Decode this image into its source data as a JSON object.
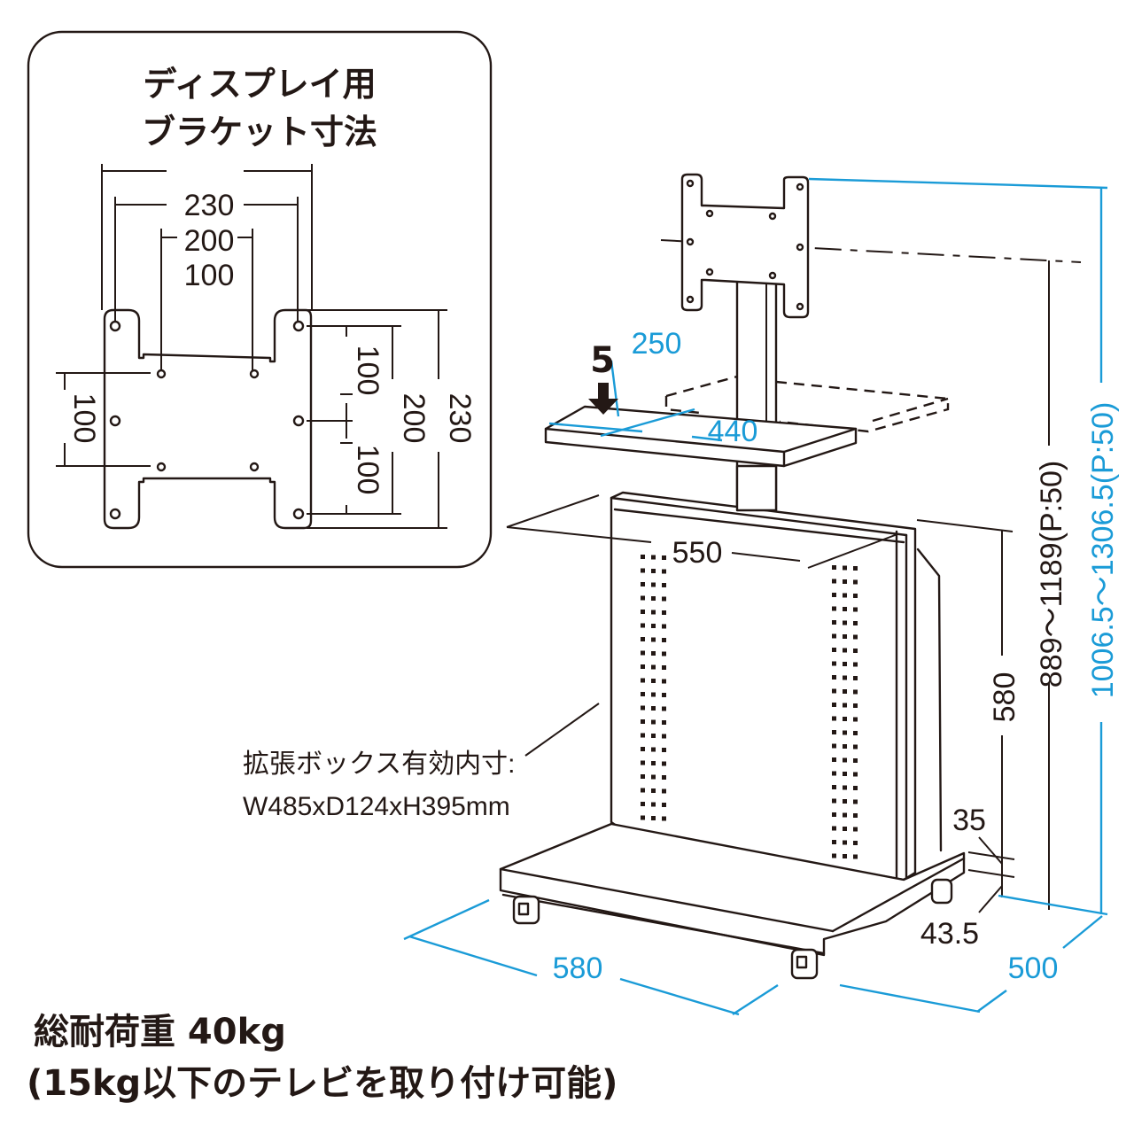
{
  "colors": {
    "line": "#231815",
    "dimension_blue": "#1a9bd7",
    "background": "#ffffff"
  },
  "inset": {
    "title_line1": "ディスプレイ用",
    "title_line2": "ブラケット寸法",
    "dims": {
      "width_outer": "230",
      "width_mid": "200",
      "width_inner": "100",
      "height_left": "100",
      "height_right_upper": "100",
      "height_right_lower": "100",
      "height_mid": "200",
      "height_outer": "230"
    }
  },
  "main": {
    "shelf_depth": "250",
    "shelf_width": "440",
    "shelf_step": "5",
    "cabinet_width": "550",
    "cabinet_height": "580",
    "mount_center_height": "889～1189(P:50)",
    "total_height": "1006.5～1306.5(P:50)",
    "base_thickness": "35",
    "floor_clearance": "43.5",
    "base_width": "580",
    "base_depth": "500",
    "box_note_line1": "拡張ボックス有効内寸:",
    "box_note_line2": "W485xD124xH395mm"
  },
  "caption": {
    "line1": "総耐荷重 40kg",
    "line2": "(15kg以下のテレビを取り付け可能)"
  }
}
